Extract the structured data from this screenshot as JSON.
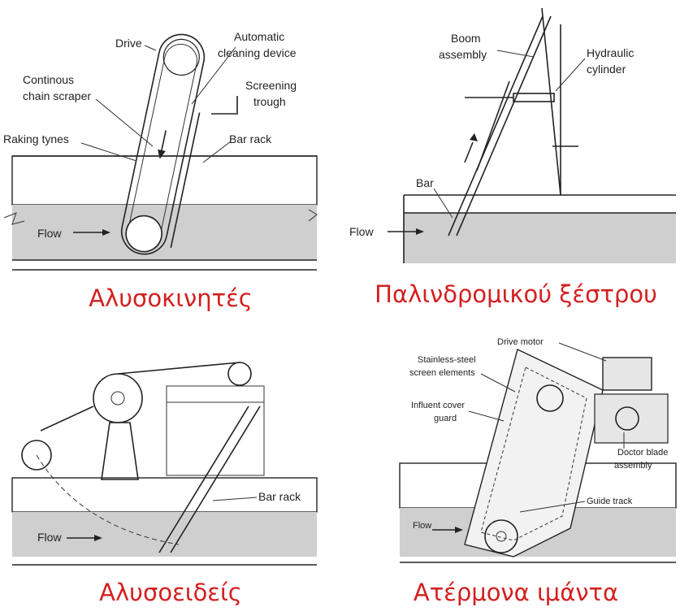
{
  "panels": [
    {
      "caption": "Αλυσοκινητές",
      "labels": {
        "drive": "Drive",
        "cleaning": [
          "Automatic",
          "cleaning device"
        ],
        "chain": [
          "Continous",
          "chain scraper"
        ],
        "trough": [
          "Screening",
          "trough"
        ],
        "raking": "Raking tynes",
        "barrack": "Bar rack",
        "flow": "Flow"
      }
    },
    {
      "caption": "Παλινδρομικού ξέστρου",
      "labels": {
        "boom": [
          "Boom",
          "assembly"
        ],
        "hydraulic": [
          "Hydraulic",
          "cylinder"
        ],
        "bar": "Bar",
        "flow": "Flow"
      }
    },
    {
      "caption": "Αλυσοειδείς",
      "labels": {
        "barrack": "Bar rack",
        "flow": "Flow"
      }
    },
    {
      "caption": "Ατέρμονα ιμάντα",
      "labels": {
        "motor": "Drive motor",
        "stainless": [
          "Stainless-steel",
          "screen elements"
        ],
        "influent": [
          "Influent cover",
          "guard"
        ],
        "doctor": [
          "Doctor blade",
          "assembly"
        ],
        "guide": "Guide track",
        "flow": "Flow"
      }
    }
  ],
  "colors": {
    "caption": "#d42020",
    "water": "#cfcfcf",
    "ink": "#222222"
  }
}
